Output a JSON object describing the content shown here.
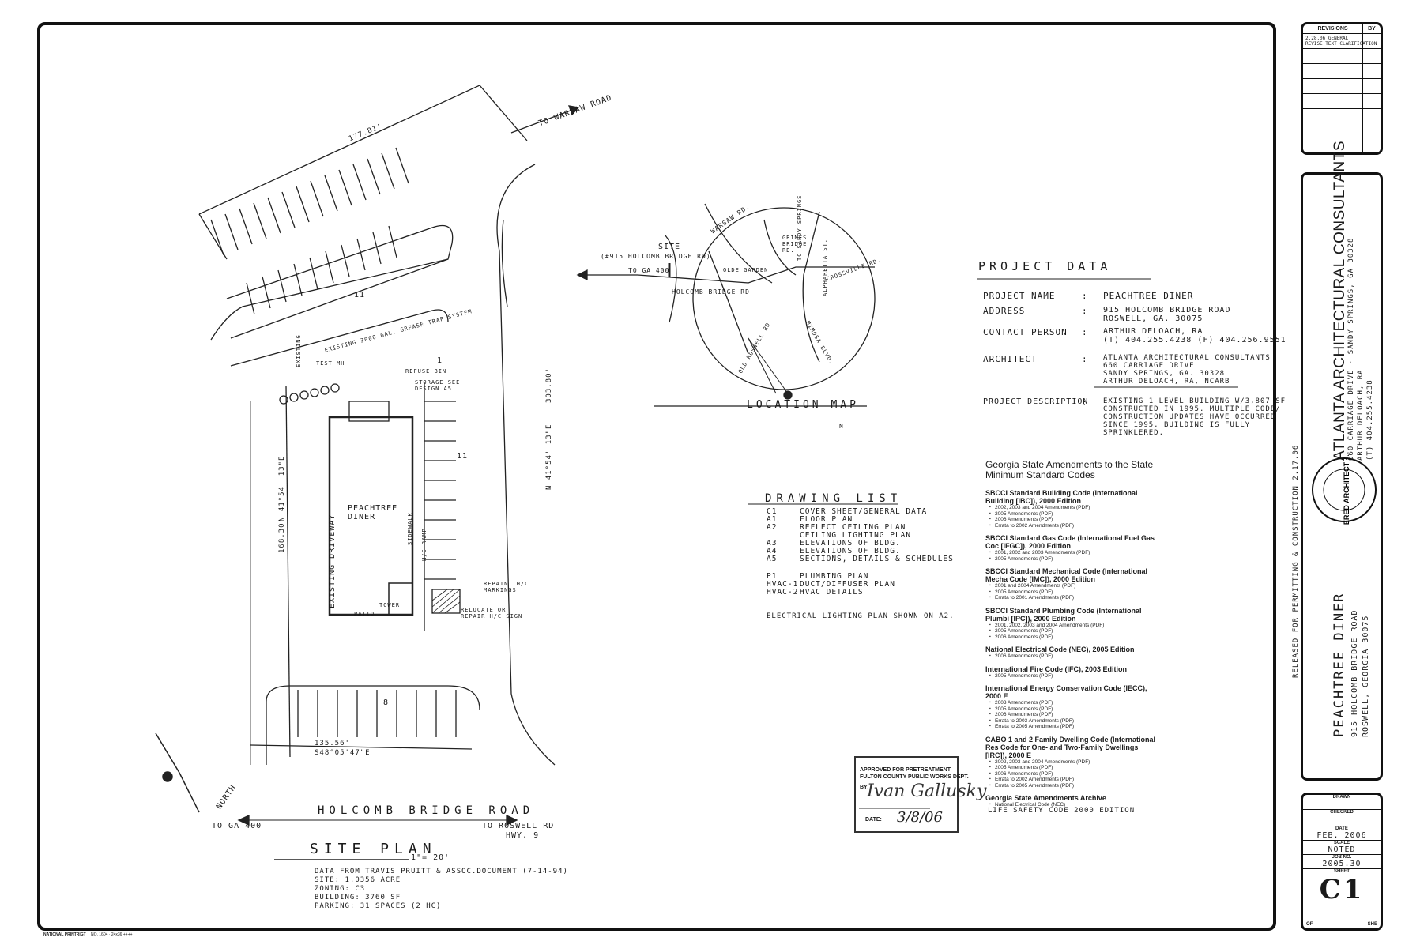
{
  "site_plan": {
    "street": "HOLCOMB BRIDGE ROAD",
    "to_ga_400": "TO GA 400",
    "to_roswell": "TO ROSWELL RD",
    "hwy": "HWY. 9",
    "title": "SITE PLAN",
    "scale": "1\"= 20'",
    "building_label_1": "PEACHTREE",
    "building_label_2": "DINER",
    "driveway": "EXISTING DRIVEWAY",
    "to_warsaw": "TO WARSAW ROAD",
    "north": "NORTH",
    "notes": [
      "DATA FROM TRAVIS PRUITT & ASSOC.DOCUMENT (7-14-94)",
      "SITE: 1.0356 ACRE",
      "ZONING: C3",
      "BUILDING: 3760 SF",
      "PARKING: 31 SPACES (2 HC)"
    ],
    "dims": {
      "top": "177.81'",
      "right": "N 41°54' 13\"E",
      "left": "N 41°54' 13\"E",
      "left_len": "168.30'",
      "right_len": "303.80'",
      "bottom": "S48°05'47\"E",
      "bottom_len": "135.56'"
    },
    "labels": {
      "grease": "EXISTING 3000 GAL. GREASE TRAP SYSTEM",
      "refuse": "REFUSE BIN",
      "storage": "STORAGE SEE DESIGN A5",
      "test_mh": "TEST MH",
      "existing": "EXISTING",
      "sidewalk": "SIDEWALK",
      "patio": "PATIO",
      "tower": "TOWER",
      "ramp": "H/C RAMP",
      "repaint": "REPAINT H/C MARKINGS",
      "relocate": "RELOCATE OR REPAIR H/C SIGN",
      "count_11a": "11",
      "count_11b": "11",
      "count_8": "8",
      "count_1": "1"
    }
  },
  "location_map": {
    "title": "LOCATION MAP",
    "site": "SITE",
    "site_addr": "(#915 HOLCOMB BRIDGE RD)",
    "to_ga400": "TO GA 400",
    "holcomb": "HOLCOMB BRIDGE RD",
    "warsaw": "WARSAW RD.",
    "grimes": "GRIMES BRIDGE RD.",
    "sandy": "TO SANDY SPRINGS",
    "alpharetta": "ALPHARETTA ST.",
    "crossville": "CROSSVILLE RD.",
    "old_roswell": "OLD ROSWELL RD",
    "mimosa": "MIMOSA BLVD.",
    "olde_garden": "OLDE GARDEN",
    "n": "N"
  },
  "project_data": {
    "title": "PROJECT DATA",
    "rows": [
      {
        "label": "PROJECT NAME",
        "value": "PEACHTREE DINER"
      },
      {
        "label": "ADDRESS",
        "value": "915 HOLCOMB BRIDGE ROAD\nROSWELL, GA. 30075"
      },
      {
        "label": "CONTACT PERSON",
        "value": "ARTHUR DELOACH, RA\n(T) 404.255.4238 (F) 404.256.9551"
      },
      {
        "label": "ARCHITECT",
        "value": "ATLANTA ARCHITECTURAL CONSULTANTS\n660 CARRIAGE DRIVE\nSANDY SPRINGS, GA. 30328\nARTHUR DELOACH, RA, NCARB"
      },
      {
        "label": "PROJECT DESCRIPTION",
        "value": "EXISTING 1 LEVEL BUILDING W/3,807 SF\nCONSTRUCTED IN 1995. MULTIPLE CODE/\nCONSTRUCTION UPDATES HAVE OCCURRED\nSINCE 1995. BUILDING IS FULLY\nSPRINKLERED."
      }
    ],
    "colon": ":"
  },
  "codes": {
    "heading": "Georgia State Amendments to the State Minimum Standard Codes",
    "groups": [
      {
        "title": "SBCCI Standard Building Code (International Building [IBC]), 2000 Edition",
        "items": [
          "2002, 2003 and 2004 Amendments (PDF)",
          "2005 Amendments (PDF)",
          "2006 Amendments (PDF)",
          "Errata to 2002 Amendments (PDF)"
        ]
      },
      {
        "title": "SBCCI Standard Gas Code (International Fuel Gas Coc [IFGC]), 2000 Edition",
        "items": [
          "2001, 2002 and 2003 Amendments (PDF)",
          "2005 Amendments (PDF)"
        ]
      },
      {
        "title": "SBCCI Standard Mechanical Code (International Mecha Code [IMC]), 2000 Edition",
        "items": [
          "2001 and 2004 Amendments (PDF)",
          "2005 Amendments (PDF)",
          "Errata to 2001 Amendments (PDF)"
        ]
      },
      {
        "title": "SBCCI Standard Plumbing Code (International Plumbi [IPC]), 2000 Edition",
        "items": [
          "2001, 2002, 2003 and 2004 Amendments (PDF)",
          "2005 Amendments (PDF)",
          "2006 Amendments (PDF)"
        ]
      },
      {
        "title": "National Electrical Code (NEC), 2005 Edition",
        "items": [
          "2006 Amendments (PDF)"
        ]
      },
      {
        "title": "International Fire Code (IFC), 2003 Edition",
        "items": [
          "2005 Amendments (PDF)"
        ]
      },
      {
        "title": "International Energy Conservation Code (IECC), 2000 E",
        "items": [
          "2003 Amendments (PDF)",
          "2005 Amendments (PDF)",
          "2006 Amendments (PDF)",
          "Errata to 2003 Amendments (PDF)",
          "Errata to 2005 Amendments (PDF)"
        ]
      },
      {
        "title": "CABO 1 and 2 Family Dwelling Code (International Res Code for One- and Two-Family Dwellings [IRC]), 2000 E",
        "items": [
          "2002, 2003 and 2004 Amendments (PDF)",
          "2005 Amendments (PDF)",
          "2006 Amendments (PDF)",
          "Errata to 2002 Amendments (PDF)",
          "Errata to 2005 Amendments (PDF)"
        ]
      },
      {
        "title": "Georgia State Amendments Archive",
        "items": [
          "National Electrical Code (NEC)"
        ]
      }
    ],
    "life_safety": "LIFE SAFETY CODE   2000 EDITION"
  },
  "drawing_list": {
    "title": "DRAWING LIST",
    "items": [
      {
        "code": "C1",
        "desc": "COVER SHEET/GENERAL DATA"
      },
      {
        "code": "A1",
        "desc": "FLOOR PLAN"
      },
      {
        "code": "A2",
        "desc": "REFLECT CEILING PLAN\nCEILING LIGHTING PLAN"
      },
      {
        "code": "A3",
        "desc": "ELEVATIONS OF BLDG."
      },
      {
        "code": "A4",
        "desc": "ELEVATIONS OF BLDG."
      },
      {
        "code": "A5",
        "desc": "SECTIONS, DETAILS & SCHEDULES"
      },
      {
        "code": "P1",
        "desc": "PLUMBING PLAN"
      },
      {
        "code": "HVAC-1",
        "desc": "DUCT/DIFFUSER PLAN"
      },
      {
        "code": "HVAC-2",
        "desc": "HVAC DETAILS"
      }
    ],
    "note": "ELECTRICAL LIGHTING PLAN SHOWN ON A2."
  },
  "stamp": {
    "line1": "APPROVED FOR PRETREATMENT",
    "line2": "FULTON COUNTY PUBLIC WORKS DEPT.",
    "by": "BY:",
    "date_label": "DATE:",
    "date": "3/8/06"
  },
  "released": "RELEASED FOR PERMITTING & CONSTRUCTION 2.17.06",
  "title_block": {
    "revisions": "REVISIONS",
    "by": "BY",
    "rev1": "2.28.06 GENERAL",
    "rev1b": "REVISE TEXT CLARIFICATION",
    "firm": "ATLANTA ARCHITECTURAL CONSULTANTS",
    "firm_addr": "660 CARRIAGE DRIVE · SANDY SPRINGS, GA 30328",
    "firm_contact": "ARTHUR DELOACH, RA",
    "firm_phone": "(T) 404.255.4238",
    "seal_text": "GEORGIA · REGISTERED ARCHITECT · ARTHUR DELOACH",
    "project": "PEACHTREE DINER",
    "project_addr": "915 HOLCOMB BRIDGE ROAD",
    "project_city": "ROSWELL, GEORGIA 30075",
    "drawn": "DRAWN",
    "checked": "CHECKED",
    "date_label": "DATE",
    "date": "FEB. 2006",
    "scale_label": "SCALE",
    "scale": "NOTED",
    "job_label": "JOB NO.",
    "job": "2005.30",
    "sheet_label": "SHEET",
    "sheet": "C1",
    "of": "OF",
    "she": "SHE"
  },
  "footer": {
    "printer": "NATIONAL PRINTRIGT",
    "form": "NO. 1604 · 24x36 ++++"
  }
}
